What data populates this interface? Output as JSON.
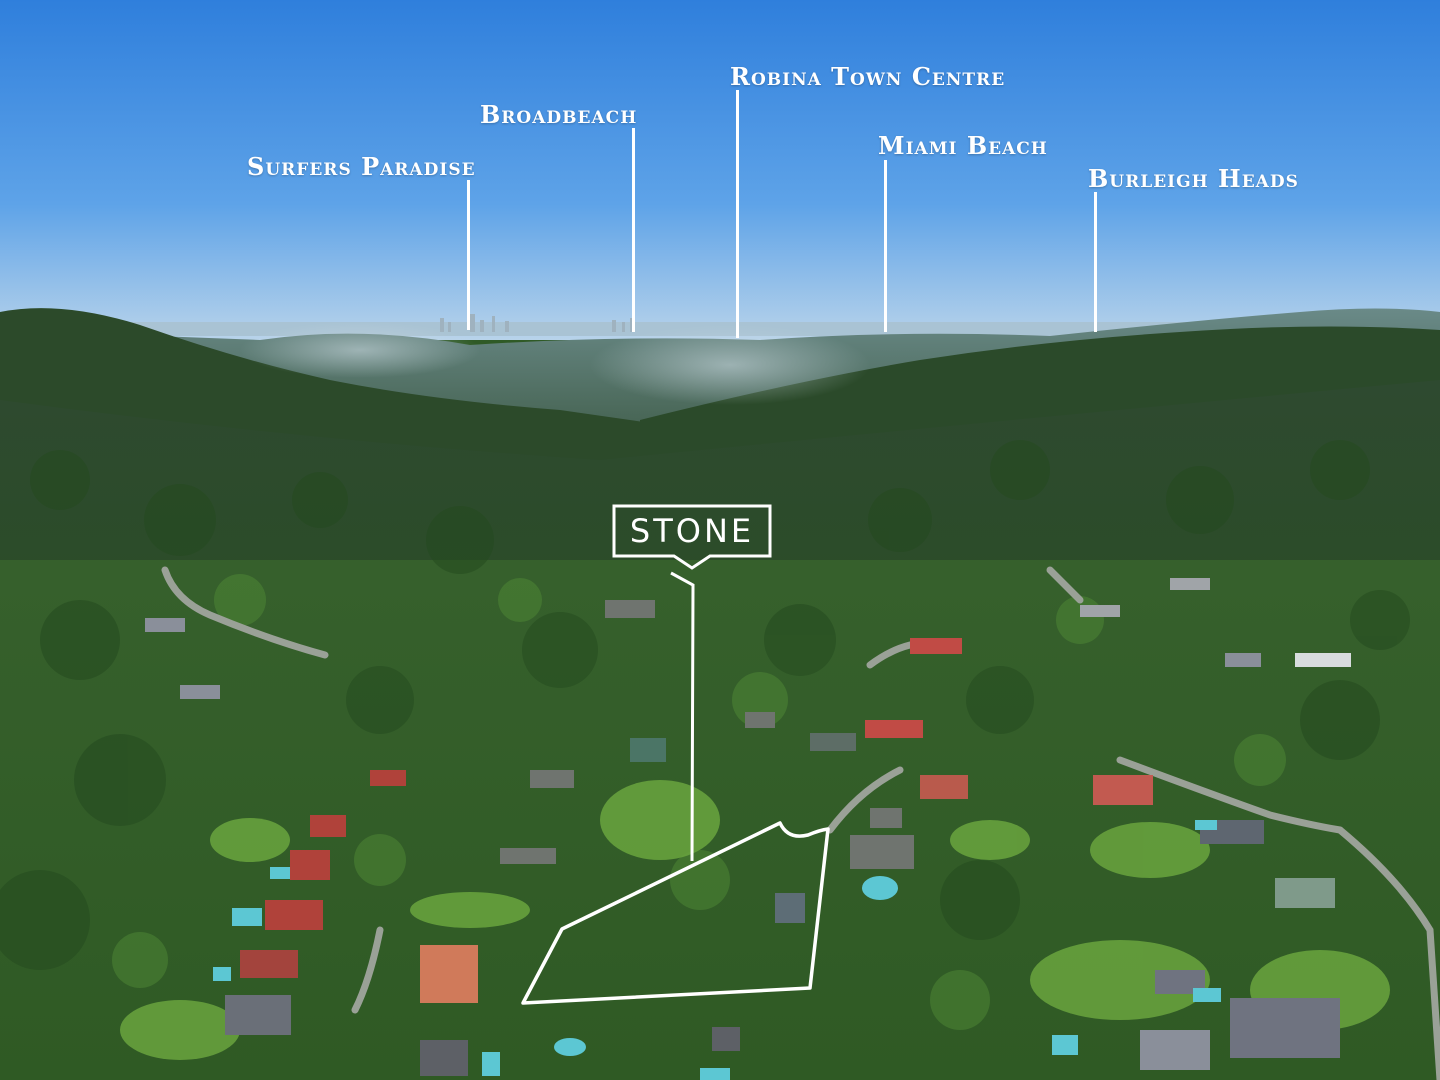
{
  "photo": {
    "type": "aerial photograph",
    "sky_color": "#3f8fe0",
    "forest_color": "#2f5a26",
    "overlay_color": "#ffffff"
  },
  "labels": [
    {
      "id": "surfers-paradise",
      "text": "Surfers Paradise"
    },
    {
      "id": "broadbeach",
      "text": "Broadbeach"
    },
    {
      "id": "robina-town-centre",
      "text": "Robina Town Centre"
    },
    {
      "id": "miami-beach",
      "text": "Miami Beach"
    },
    {
      "id": "burleigh-heads",
      "text": "Burleigh Heads"
    }
  ],
  "brand": {
    "text": "STONE",
    "icon": "stone-logo-icon"
  }
}
